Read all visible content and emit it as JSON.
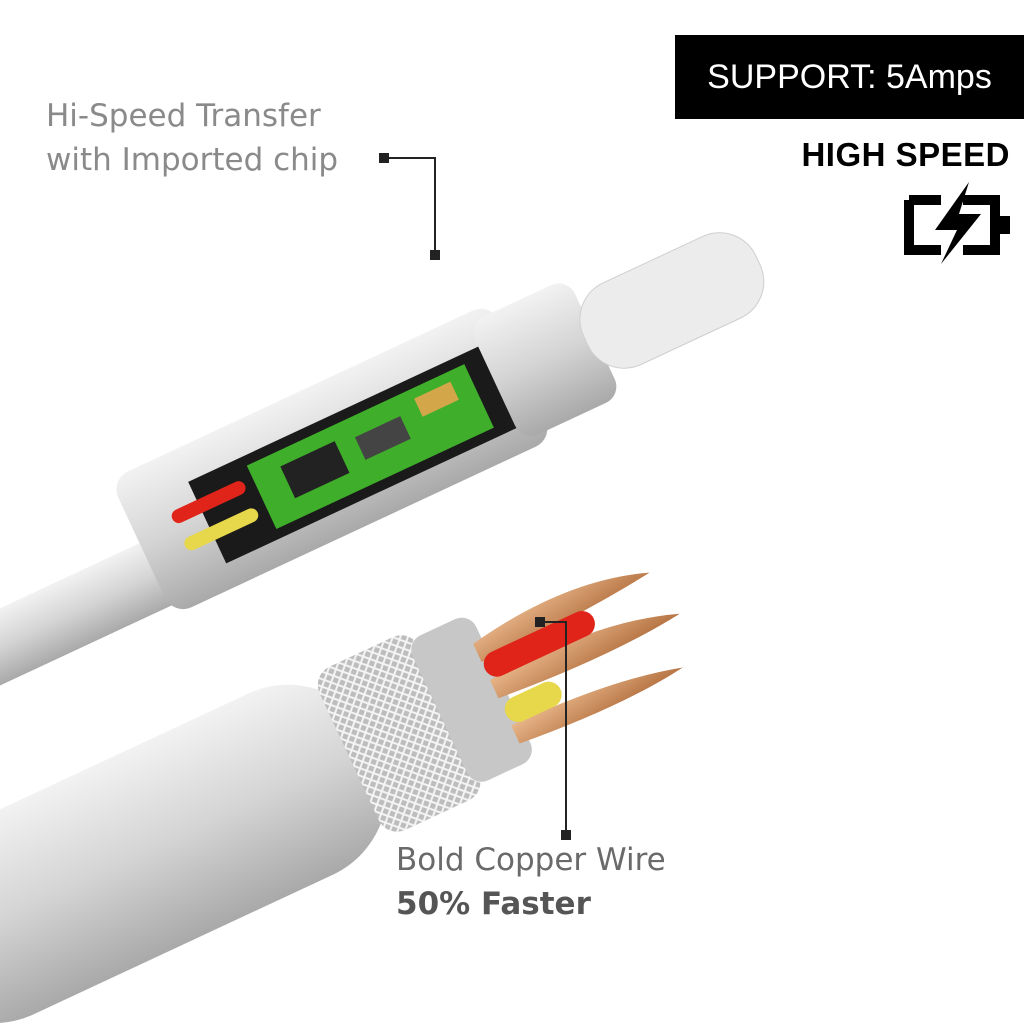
{
  "badge": {
    "text": "SUPPORT: 5Amps"
  },
  "high_speed": {
    "text": "HIGH SPEED"
  },
  "icons": {
    "charging": "battery-charging-icon"
  },
  "callouts": {
    "chip": {
      "line1": "Hi-Speed Transfer",
      "line2": "with Imported chip"
    },
    "wire": {
      "line1": "Bold Copper Wire",
      "line2": "50% Faster"
    }
  },
  "colors": {
    "badge_bg": "#000000",
    "badge_text": "#ffffff",
    "cable": "#d9d9d9",
    "copper": "#c98a5a",
    "pcb": "#3fae2a",
    "red_wire": "#e0241a",
    "yellow_wire": "#e6d84a"
  }
}
